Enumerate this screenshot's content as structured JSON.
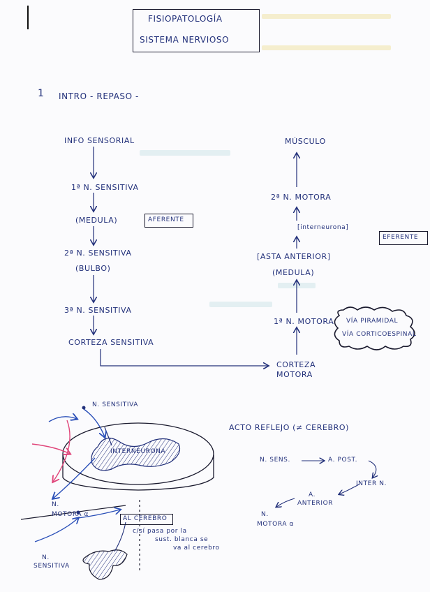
{
  "title": {
    "line1": "FISIOPATOLOGÍA",
    "line2": "SISTEMA NERVIOSO"
  },
  "section": {
    "number": "1",
    "label": "INTRO - REPASO -"
  },
  "afferent_pathway": [
    "INFO SENSORIAL",
    "1ª N. SENSITIVA",
    "(MEDULA)",
    "2ª N. SENSITIVA",
    "(BULBO)",
    "3ª N. SENSITIVA",
    "CORTEZA SENSITIVA"
  ],
  "efferent_pathway": [
    "MÚSCULO",
    "2ª N. MOTORA",
    "[interneurona]",
    "[ASTA ANTERIOR]",
    "(MEDULA)",
    "1ª N. MOTORA",
    "CORTEZA MOTORA"
  ],
  "boxes": {
    "aferente": "AFERENTE",
    "eferente": "EFERENTE",
    "via_line1": "VÍA PIRAMIDAL",
    "via_line2": "VÍA CORTICOESPINAL"
  },
  "spinal_cord": {
    "sensory_label": "N. SENSITIVA",
    "interneuron_label": "INTERNEURONA",
    "motor_label_1": "N.",
    "motor_label_2": "MOTORA α"
  },
  "reflex": {
    "title": "ACTO REFLEJO (≠ CEREBRO)",
    "step1": "N. SENS.",
    "arrow": "→",
    "step2": "A. POST.",
    "step3": "INTER N.",
    "step4_line1": "A.",
    "step4_line2": "ANTERIOR",
    "step5_line1": "N.",
    "step5_line2": "MOTORA α"
  },
  "bottom": {
    "al_cerebro": "AL CEREBRO",
    "sensitiva_1": "N.",
    "sensitiva_2": "SENSITIVA",
    "note_line1": "c/sí pasa por la",
    "note_line2": "sust. blanca se",
    "note_line3": "va al cerebro"
  },
  "colors": {
    "ink": "#22307a",
    "pink": "#e0457a",
    "blue_arrow": "#2a4fb8",
    "highlight": "#cfe6ea"
  }
}
